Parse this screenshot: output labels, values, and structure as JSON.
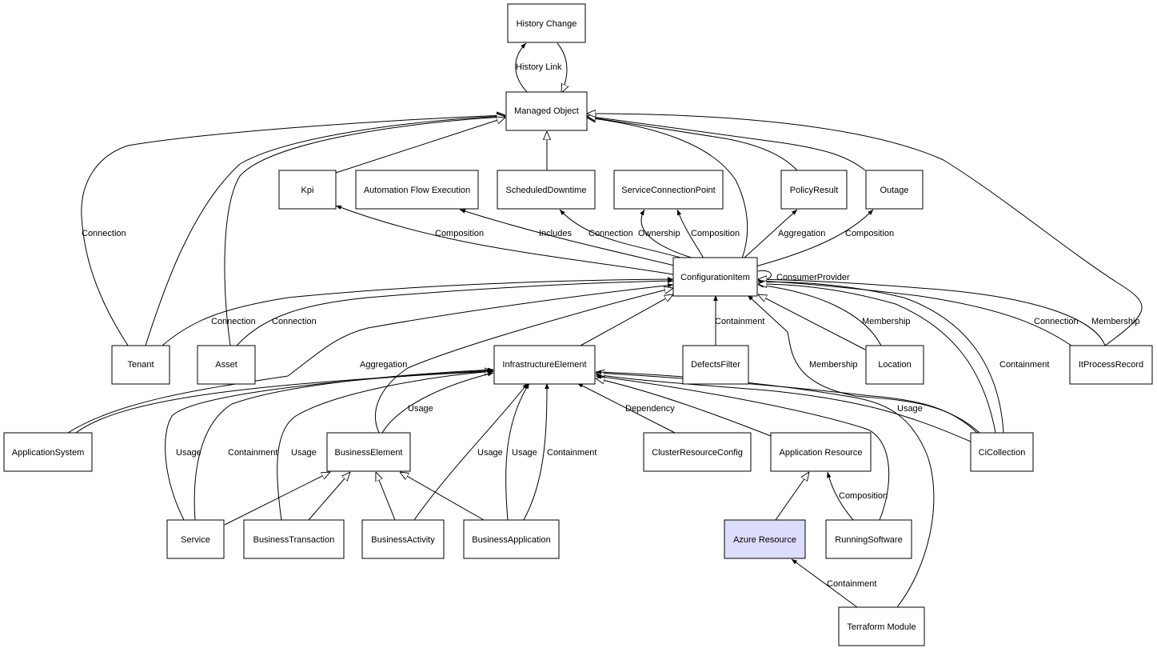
{
  "nodes": {
    "history_change": "History Change",
    "managed_object": "Managed Object",
    "kpi": "Kpi",
    "automation_flow_execution": "Automation Flow Execution",
    "scheduled_downtime": "ScheduledDowntime",
    "service_connection_point": "ServiceConnectionPoint",
    "policy_result": "PolicyResult",
    "outage": "Outage",
    "configuration_item": "ConfigurationItem",
    "tenant": "Tenant",
    "asset": "Asset",
    "infrastructure_element": "InfrastructureElement",
    "defects_filter": "DefectsFilter",
    "location": "Location",
    "it_process_record": "ItProcessRecord",
    "application_system": "ApplicationSystem",
    "business_element": "BusinessElement",
    "cluster_resource_config": "ClusterResourceConfig",
    "application_resource": "Application Resource",
    "ci_collection": "CiCollection",
    "service": "Service",
    "business_transaction": "BusinessTransaction",
    "business_activity": "BusinessActivity",
    "business_application": "BusinessApplication",
    "azure_resource": "Azure Resource",
    "running_software": "RunningSoftware",
    "terraform_module": "Terraform Module"
  },
  "edge_labels": {
    "history_link": "History Link",
    "tenant_mo_connection": "Connection",
    "composition_kpi": "Composition",
    "includes": "Includes",
    "connection_sd": "Connection",
    "ownership": "Ownership",
    "composition_scp": "Composition",
    "aggregation_pr": "Aggregation",
    "composition_outage": "Composition",
    "consumer_provider": "ConsumerProvider",
    "tenant_ci_connection": "Connection",
    "asset_ci_connection": "Connection",
    "containment_df": "Containment",
    "membership_location": "Membership",
    "connection_itpr": "Connection",
    "membership_itpr": "Membership",
    "aggregation_as": "Aggregation",
    "membership_cic": "Membership",
    "containment_cic": "Containment",
    "usage_be": "Usage",
    "dependency": "Dependency",
    "usage_cic": "Usage",
    "usage_service": "Usage",
    "containment_service": "Containment",
    "usage_bt": "Usage",
    "usage_ba": "Usage",
    "usage_bapp": "Usage",
    "containment_bapp": "Containment",
    "composition_rs": "Composition",
    "containment_tm": "Containment"
  },
  "colors": {
    "highlight_fill": "#dcdcfc",
    "stroke": "#000000",
    "background": "#ffffff"
  }
}
